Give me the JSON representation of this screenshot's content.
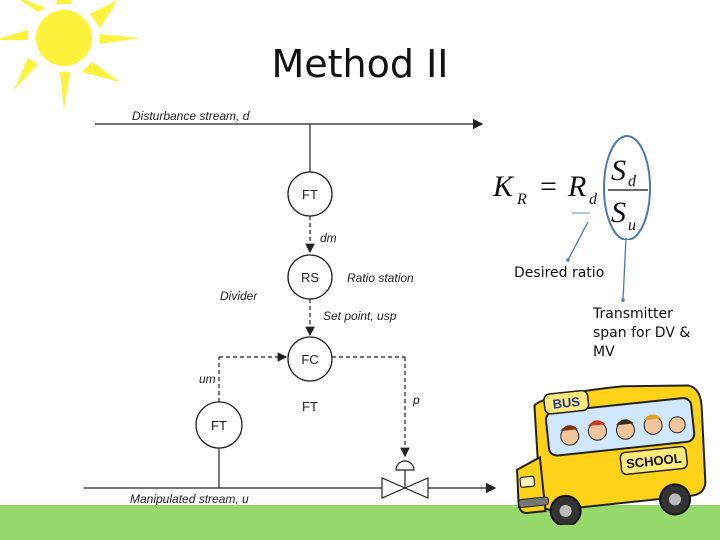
{
  "slide": {
    "title": "Method II"
  },
  "diagram": {
    "disturbance_label": "Disturbance stream, d",
    "manipulated_label": "Manipulated stream, u",
    "ft_top": "FT",
    "ft_bottom": "FT",
    "rs": "RS",
    "fc": "FC",
    "ft_under_fc": "FT",
    "dm": "dm",
    "ratio_station": "Ratio station",
    "divider": "Divider",
    "setpoint": "Set point, usp",
    "um": "um",
    "p": "p"
  },
  "equation": {
    "lhs": "K",
    "lhs_sub": "R",
    "equals": "=",
    "rd": "R",
    "rd_sub": "d",
    "num": "S",
    "num_sub": "d",
    "den": "S",
    "den_sub": "u"
  },
  "annotations": {
    "desired_ratio": "Desired ratio",
    "transmitter_span": "Transmitter span for DV & MV"
  },
  "clipart": {
    "bus_sign": "BUS",
    "school_sign": "SCHOOL"
  },
  "colors": {
    "sun": "#fff23a",
    "ground": "#96d86a",
    "bus": "#ffd21a",
    "annotation": "#4a78b5"
  }
}
